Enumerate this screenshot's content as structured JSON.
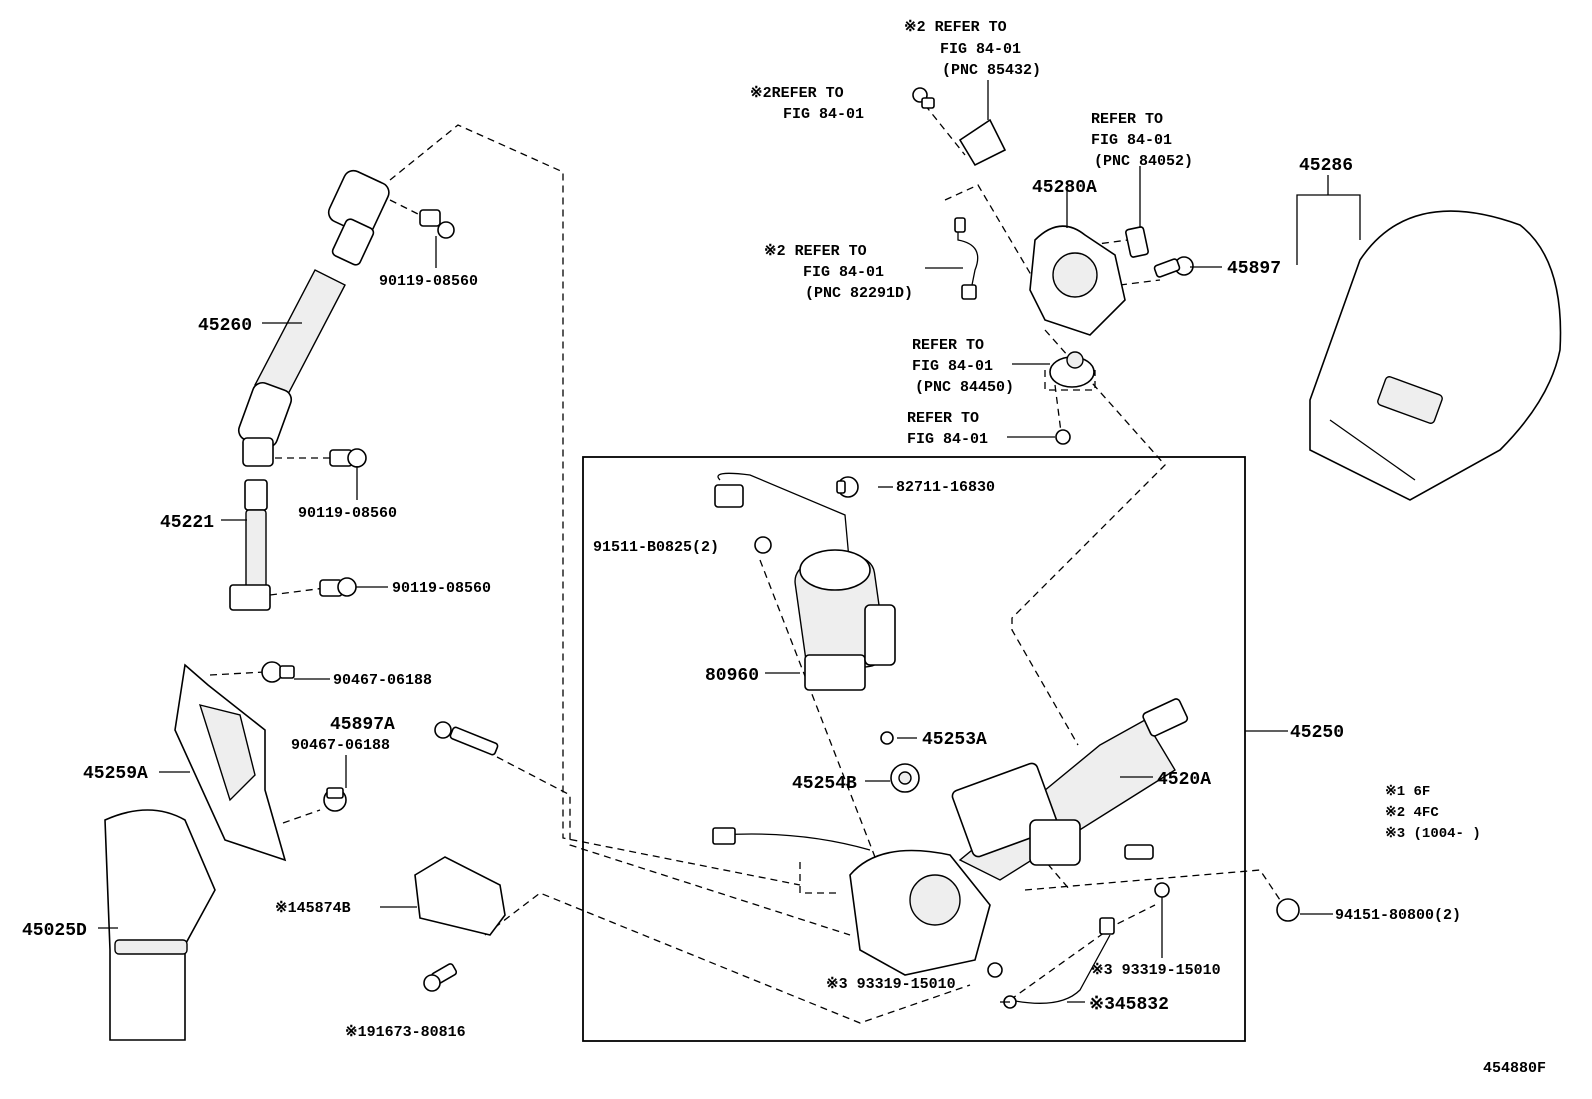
{
  "labels": {
    "ref_85432_a": "※2 REFER TO",
    "ref_85432_b": "FIG 84-01",
    "ref_85432_c": "(PNC 85432)",
    "ref_top_a": "※2REFER TO",
    "ref_top_b": "FIG 84-01",
    "ref_84052_a": "REFER TO",
    "ref_84052_b": "FIG 84-01",
    "ref_84052_c": "(PNC 84052)",
    "p45286": "45286",
    "p45280A": "45280A",
    "ref_82291_a": "※2 REFER TO",
    "ref_82291_b": "FIG 84-01",
    "ref_82291_c": "(PNC 82291D)",
    "p45897": "45897",
    "ref_84450_a": "REFER TO",
    "ref_84450_b": "FIG 84-01",
    "ref_84450_c": "(PNC 84450)",
    "ref_bolt_a": "REFER TO",
    "ref_bolt_b": "FIG 84-01",
    "p90119_a": "90119-08560",
    "p45260": "45260",
    "p90119_b": "90119-08560",
    "p45221": "45221",
    "p90119_c": "90119-08560",
    "p82711": "82711-16830",
    "p91511": "91511-B0825(2)",
    "p80960": "80960",
    "p90467_a": "90467-06188",
    "p45897A": "45897A",
    "p90467_b": "90467-06188",
    "p45253A": "45253A",
    "p45250": "45250",
    "p45259A": "45259A",
    "p45254B": "45254B",
    "p4520A": "4520A",
    "note1": "※1 6F",
    "note2": "※2 4FC",
    "note3": "※3 (1004-      )",
    "p45025D": "45025D",
    "p45874B": "※145874B",
    "p94151": "94151-80800(2)",
    "p93319_r": "※3 93319-15010",
    "p93319_l": "※3 93319-15010",
    "p45832": "※345832",
    "p91673": "※191673-80816",
    "figure_id": "454880F"
  }
}
